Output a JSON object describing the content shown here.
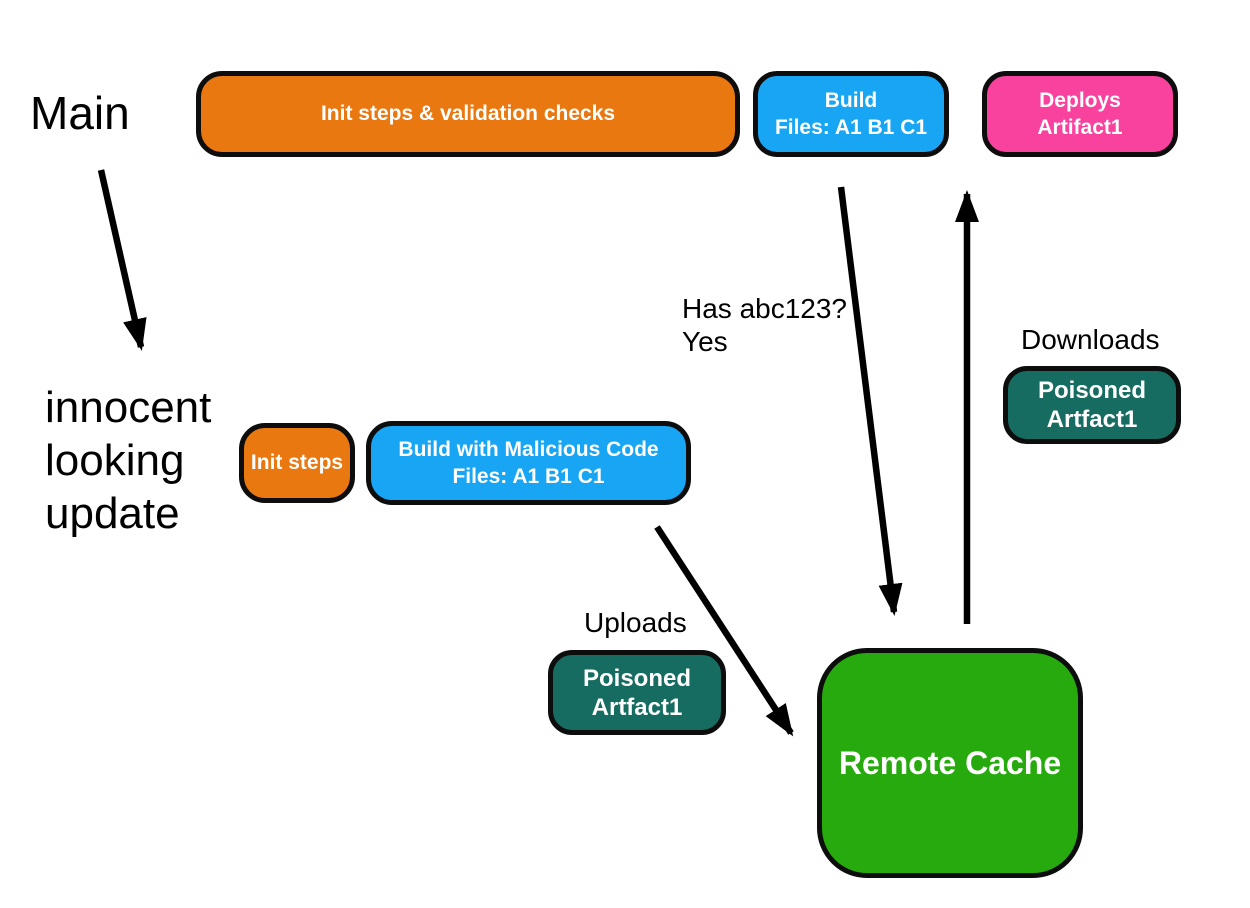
{
  "diagram": {
    "background": "#FFFFFF",
    "colors": {
      "orange": "#EA7811",
      "blue": "#18A5F3",
      "pink": "#F9419E",
      "teal": "#176C61",
      "green": "#27AA0D",
      "border": "#0D0D0D",
      "arrow": "#000000",
      "label_text": "#000000",
      "box_text": "#FFFFFF"
    },
    "labels": {
      "main": "Main",
      "innocent_line1": "innocent",
      "innocent_line2": "looking",
      "innocent_line3": "update",
      "has_abc_line1": "Has abc123?",
      "has_abc_line2": "Yes",
      "downloads": "Downloads",
      "uploads": "Uploads"
    },
    "nodes": {
      "init_validation": {
        "label": "Init steps & validation checks"
      },
      "build_main": {
        "line1": "Build",
        "line2": "Files: A1 B1 C1"
      },
      "deploys": {
        "line1": "Deploys",
        "line2": "Artifact1"
      },
      "init_steps": {
        "label": "Init steps"
      },
      "build_malicious": {
        "line1": "Build with Malicious Code",
        "line2": "Files: A1 B1 C1"
      },
      "poisoned_download": {
        "line1": "Poisoned",
        "line2": "Artfact1"
      },
      "poisoned_upload": {
        "line1": "Poisoned",
        "line2": "Artfact1"
      },
      "remote_cache": {
        "label": "Remote Cache"
      }
    },
    "arrows": [
      {
        "name": "main-to-update"
      },
      {
        "name": "build-to-remote-cache"
      },
      {
        "name": "remote-cache-to-deploys"
      },
      {
        "name": "malicious-build-to-remote-cache"
      }
    ]
  }
}
